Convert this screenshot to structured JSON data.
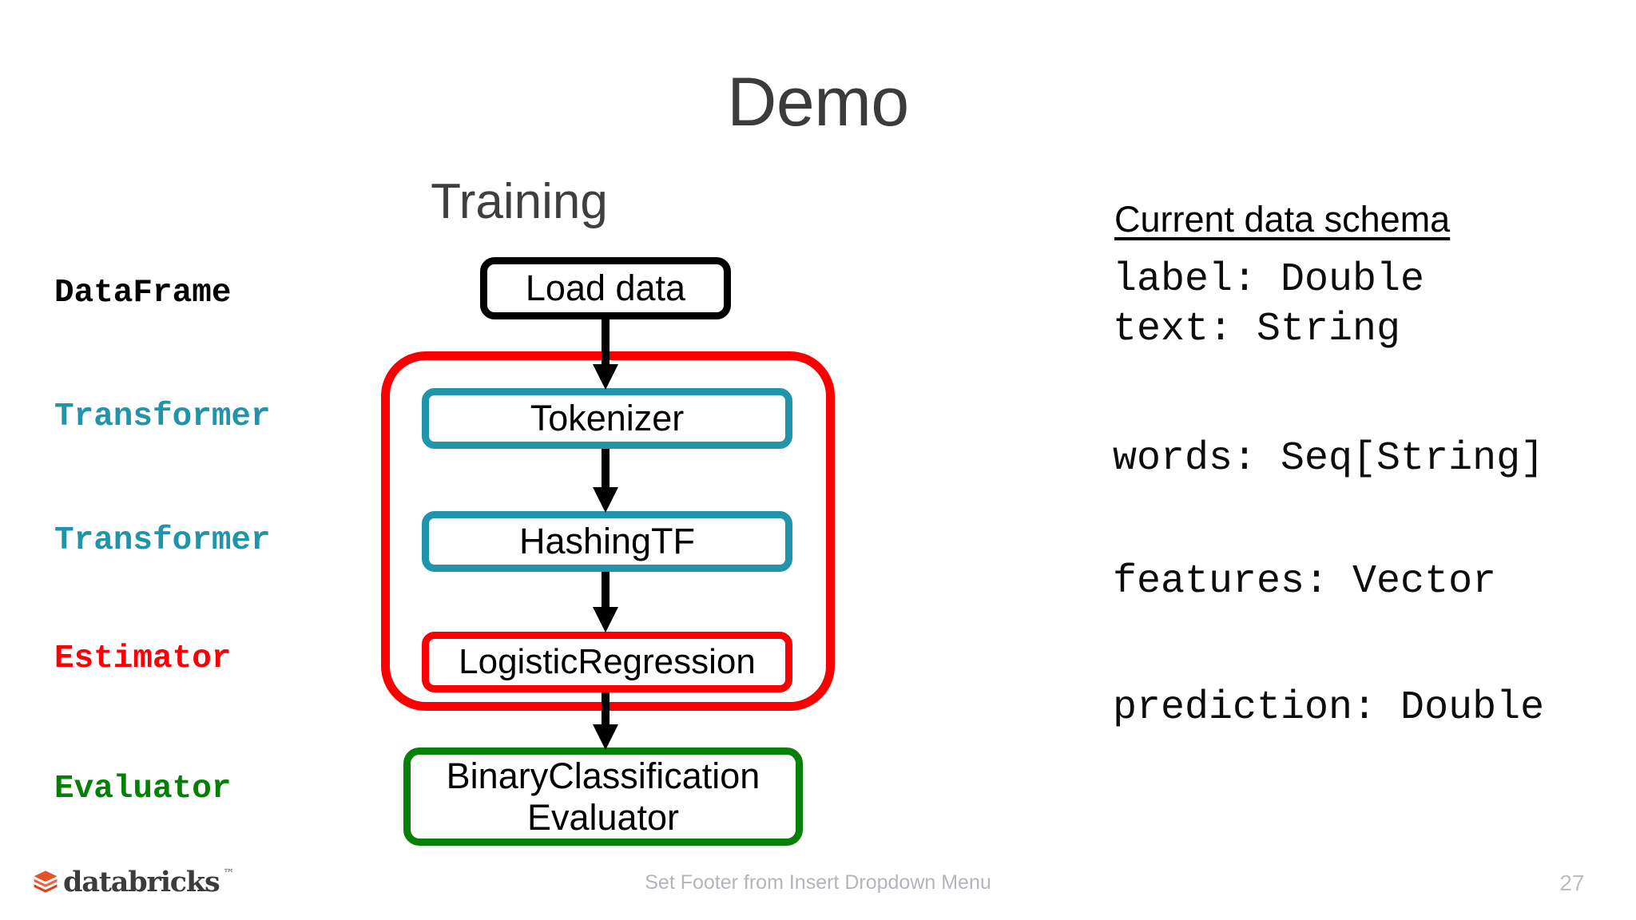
{
  "slide": {
    "title": "Demo",
    "column_heading": "Training",
    "page_number": "27"
  },
  "roles": [
    {
      "label": "DataFrame",
      "color": "#000000"
    },
    {
      "label": "Transformer",
      "color": "#1f94ab"
    },
    {
      "label": "Transformer",
      "color": "#1f94ab"
    },
    {
      "label": "Estimator",
      "color": "#fb0007"
    },
    {
      "label": "Evaluator",
      "color": "#048004"
    }
  ],
  "pipeline": {
    "group_border_color": "#fa0000",
    "nodes": [
      {
        "label": "Load data",
        "border_color": "#000000"
      },
      {
        "label": "Tokenizer",
        "border_color": "#1f94ab"
      },
      {
        "label": "HashingTF",
        "border_color": "#1f94ab"
      },
      {
        "label": "LogisticRegression",
        "border_color": "#fa0000"
      }
    ],
    "evaluator_node": {
      "line1": "BinaryClassification",
      "line2": "Evaluator",
      "border_color": "#068006"
    }
  },
  "schema": {
    "title": "Current data schema",
    "lines": [
      "label: Double",
      "text: String",
      "words: Seq[String]",
      "features: Vector",
      "prediction: Double"
    ]
  },
  "footer": {
    "brand": "databricks",
    "trademark": "™",
    "text": "Set Footer from Insert Dropdown Menu"
  }
}
